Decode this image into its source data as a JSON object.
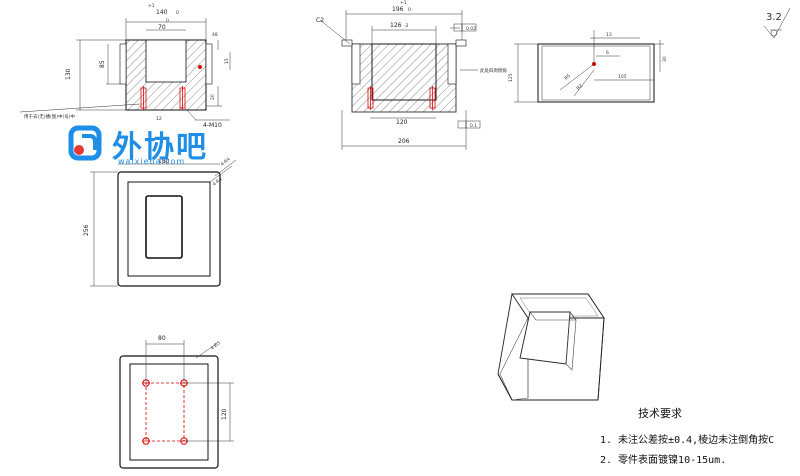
{
  "front_view": {
    "tol_top": "+1",
    "dim_width": "140",
    "tol_bottom": "0",
    "tol_bottom2": "0",
    "dim_inner": "70",
    "dim_height": "130",
    "dim_85": "85",
    "dim_48": "48",
    "dim_15": "15",
    "dim_20": "20",
    "dim_12": "12",
    "thread": "4-M10",
    "dim_180": "180",
    "note_left": "用于去(无)槽(图)中(号)中"
  },
  "section_view": {
    "chamfer": "C2",
    "tol_top": "+1",
    "dim_width": "196",
    "tol_bottom": "0",
    "dim_inner": "126",
    "dim_inner_tol": "-2",
    "flat1": "0.02",
    "flat2": "0.1",
    "dim_120": "120",
    "dim_206": "206",
    "note": "此处四周倒角"
  },
  "side_view": {
    "dim_13": "13",
    "dim_6": "6",
    "dim_30": "30",
    "dim_105": "105",
    "dim_125": "125",
    "dim_m1": "R5",
    "dim_m2": "R2"
  },
  "roughness": "3.2",
  "top_view": {
    "label_r4": "4-R4",
    "label_r4b": "4-R4",
    "dim_width": "180",
    "dim_height": "256"
  },
  "bottom_view": {
    "dim_80": "80",
    "dim_120": "120",
    "holes": "4-Ø5"
  },
  "tech": {
    "title": "技术要求",
    "line1": "1. 未注公差按±0.4,棱边未注倒角按C",
    "line2": "2. 零件表面镀镍10-15um."
  },
  "watermark": {
    "text": "外协吧",
    "url": "waixieba.com",
    "color": "#1e8ee6"
  }
}
